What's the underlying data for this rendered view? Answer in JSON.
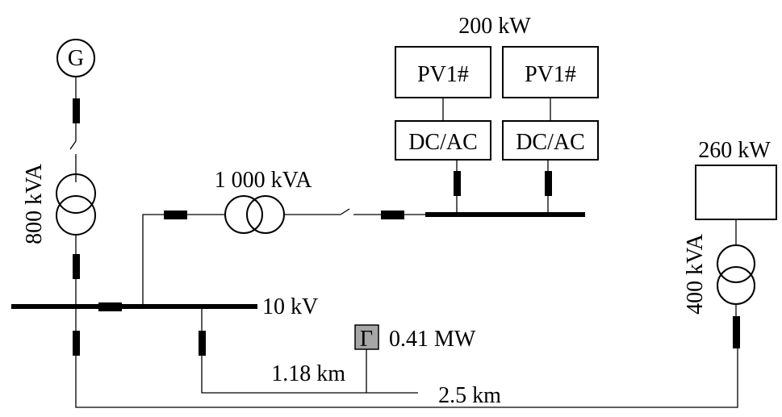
{
  "generator": {
    "symbol": "G",
    "transformer": "800 kVA"
  },
  "transformer_mid": {
    "rating": "1 000 kVA"
  },
  "pv": {
    "rating": "200 kW",
    "units": [
      {
        "label": "PV1#",
        "inverter": "DC/AC"
      },
      {
        "label": "PV1#",
        "inverter": "DC/AC"
      }
    ]
  },
  "load_right": {
    "rating": "260 kW",
    "transformer": "400 kVA"
  },
  "bus": {
    "voltage": "10 kV"
  },
  "load_small": {
    "symbol": "Γ",
    "rating": "0.41 MW"
  },
  "lines": {
    "branch": "1.18 km",
    "main": "2.5 km"
  },
  "colors": {
    "line": "#000000",
    "load_fill": "#a6a6a6"
  }
}
